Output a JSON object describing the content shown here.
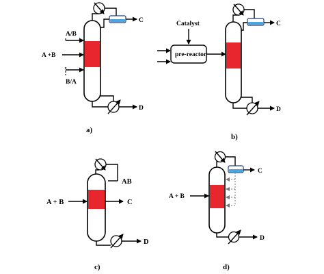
{
  "colors": {
    "reactive_zone": "#e8262e",
    "drum_liquid": "#4aa6de",
    "drum_outline": "#1f3d7a",
    "lines": "#000000"
  },
  "panel_a": {
    "caption": "a)",
    "feed_top": "A/B",
    "feed_mid": "A +B",
    "feed_bottom": "B/A",
    "distillate": "C",
    "bottoms": "D"
  },
  "panel_b": {
    "caption": "b)",
    "catalyst": "Catalyst",
    "prereactor": "pre-reactor",
    "distillate": "C",
    "bottoms": "D"
  },
  "panel_c": {
    "caption": "c)",
    "feed": "A + B",
    "top_product": "AB",
    "side_product": "C",
    "bottoms": "D"
  },
  "panel_d": {
    "caption": "d)",
    "feed": "A + B",
    "distillate": "C",
    "bottoms": "D"
  }
}
